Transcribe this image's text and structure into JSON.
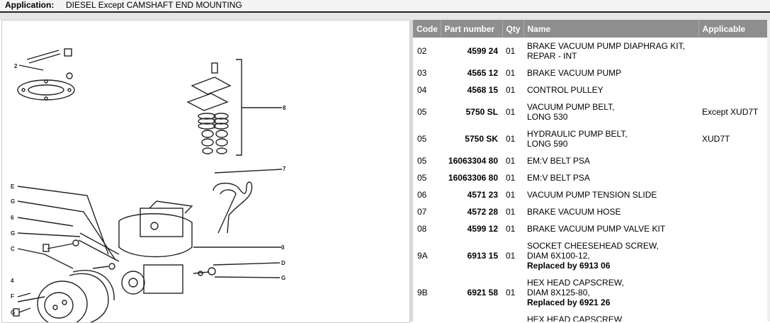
{
  "application": {
    "label": "Application:",
    "value": "DIESEL Except CAMSHAFT END MOUNTING"
  },
  "table": {
    "headers": [
      "Code",
      "Part number",
      "Qty",
      "Name",
      "Applicable"
    ],
    "rows": [
      {
        "code": "02",
        "part": "4599 24",
        "qty": "01",
        "name": [
          "BRAKE VACUUM PUMP DIAPHRAG KIT,",
          "REPAR - INT"
        ],
        "applicable": ""
      },
      {
        "code": "03",
        "part": "4565 12",
        "qty": "01",
        "name": [
          "BRAKE VACUUM PUMP"
        ],
        "applicable": ""
      },
      {
        "code": "04",
        "part": "4568 15",
        "qty": "01",
        "name": [
          "CONTROL PULLEY"
        ],
        "applicable": ""
      },
      {
        "code": "05",
        "part": "5750 SL",
        "qty": "01",
        "name": [
          "VACUUM PUMP BELT,",
          "LONG 530"
        ],
        "applicable": "Except XUD7T"
      },
      {
        "code": "05",
        "part": "5750 SK",
        "qty": "01",
        "name": [
          "HYDRAULIC PUMP BELT,",
          "LONG 590"
        ],
        "applicable": "XUD7T"
      },
      {
        "code": "05",
        "part": "16063304 80",
        "qty": "01",
        "name": [
          "EM:V BELT PSA"
        ],
        "applicable": ""
      },
      {
        "code": "05",
        "part": "16063306 80",
        "qty": "01",
        "name": [
          "EM:V BELT PSA"
        ],
        "applicable": ""
      },
      {
        "code": "06",
        "part": "4571 23",
        "qty": "01",
        "name": [
          "VACUUM PUMP TENSION SLIDE"
        ],
        "applicable": ""
      },
      {
        "code": "07",
        "part": "4572 28",
        "qty": "01",
        "name": [
          "BRAKE VACUUM HOSE"
        ],
        "applicable": ""
      },
      {
        "code": "08",
        "part": "4599 12",
        "qty": "01",
        "name": [
          "BRAKE VACUUM PUMP VALVE KIT"
        ],
        "applicable": ""
      },
      {
        "code": "9A",
        "part": "6913 15",
        "qty": "01",
        "name": [
          "SOCKET CHEESEHEAD SCREW,",
          "DIAM 6X100-12,"
        ],
        "replaced": "Replaced by 6913 06",
        "applicable": ""
      },
      {
        "code": "9B",
        "part": "6921 58",
        "qty": "01",
        "name": [
          "HEX HEAD CAPSCREW,",
          "DIAM 8X125-80,"
        ],
        "replaced": "Replaced by 6921 26",
        "applicable": ""
      },
      {
        "code": "",
        "part": "",
        "qty": "",
        "name": [
          "HEX HEAD CAPSCREW,"
        ],
        "applicable": ""
      }
    ]
  },
  "diagram": {
    "labels": [
      "2",
      "8",
      "7",
      "E",
      "G",
      "6",
      "G",
      "C",
      "3",
      "D",
      "G",
      "4",
      "F",
      "G"
    ]
  }
}
